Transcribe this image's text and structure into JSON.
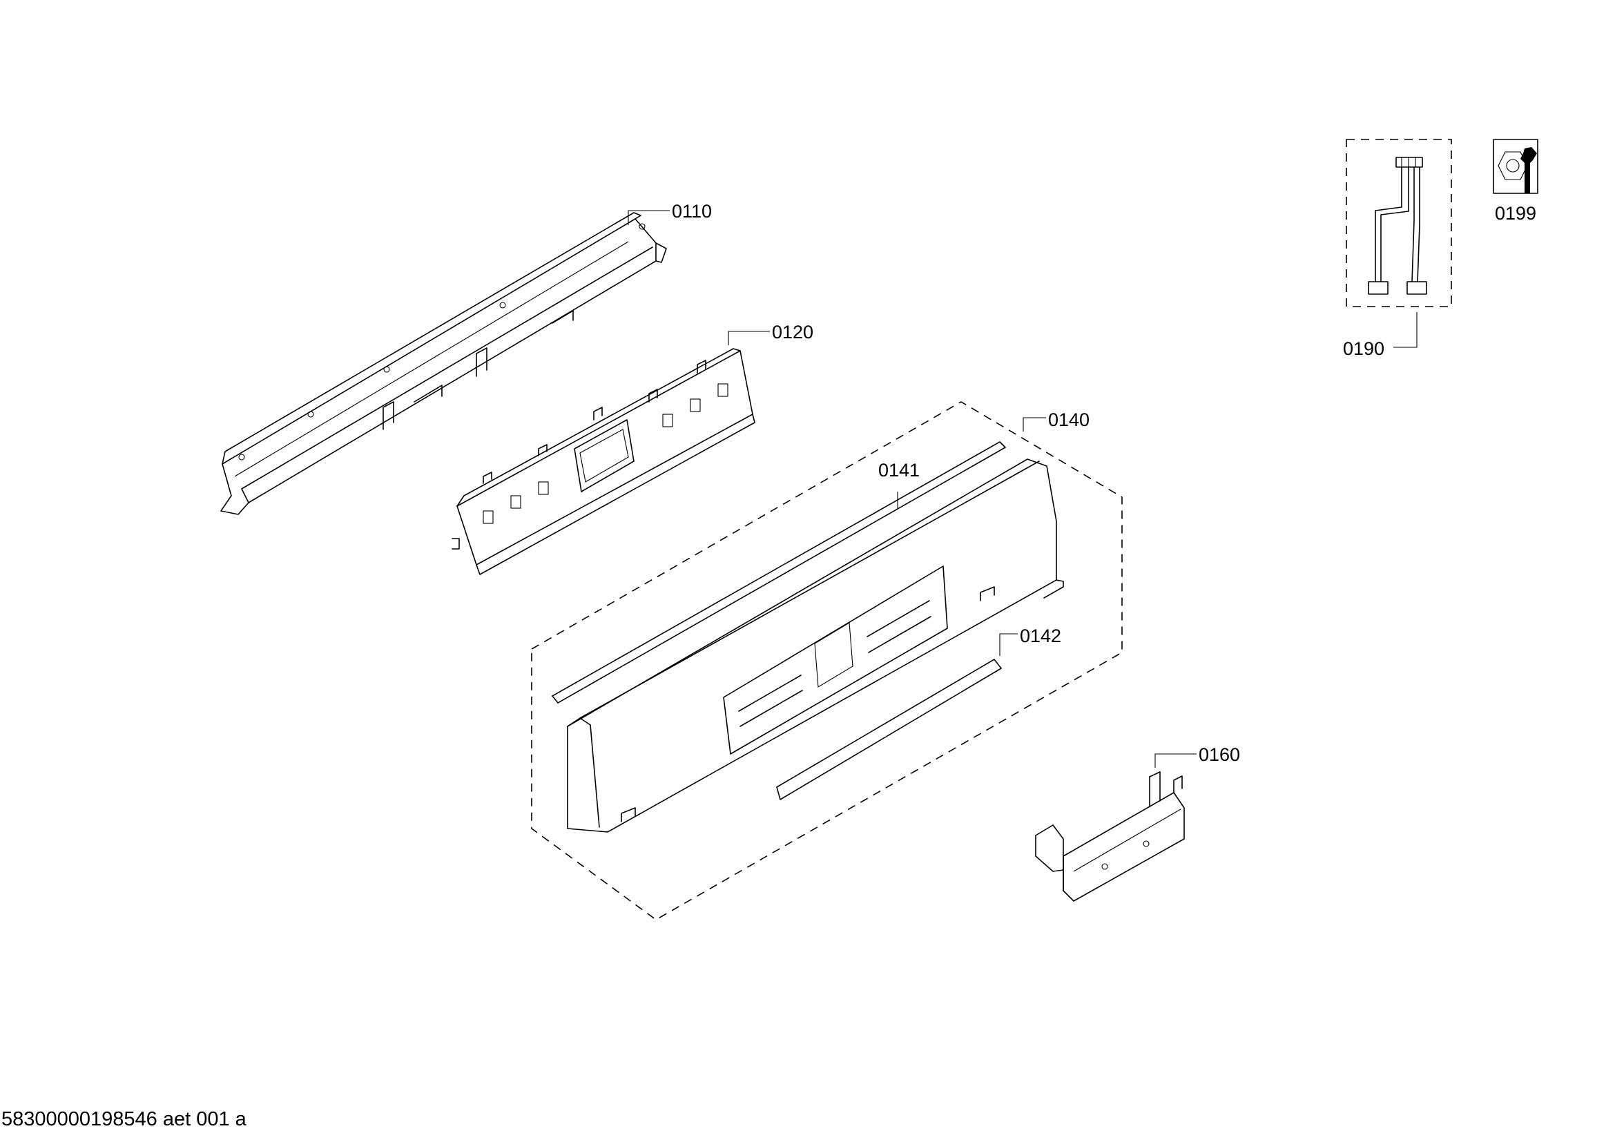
{
  "parts": [
    {
      "id": "0110",
      "label": "0110"
    },
    {
      "id": "0120",
      "label": "0120"
    },
    {
      "id": "0140",
      "label": "0140"
    },
    {
      "id": "0141",
      "label": "0141"
    },
    {
      "id": "0142",
      "label": "0142"
    },
    {
      "id": "0160",
      "label": "0160"
    },
    {
      "id": "0190",
      "label": "0190"
    },
    {
      "id": "0199",
      "label": "0199"
    }
  ],
  "footer": {
    "code": "58300000198546 aet 001 a"
  },
  "icons": {
    "service": "nut-wrench-icon"
  }
}
